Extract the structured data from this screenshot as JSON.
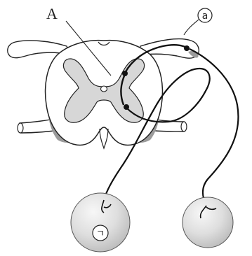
{
  "labels": {
    "a_main": "A",
    "a_circled": "a",
    "giyeok_circled": "ㄱ"
  },
  "colors": {
    "outline": "#222222",
    "white_matter": "#ffffff",
    "gray_matter": "#d7d7d7",
    "root_shade": "#9b9b9b",
    "neuron_dark": "#111111",
    "sphere_light": "#f4f4f4",
    "sphere_dark": "#bdbdbd"
  }
}
